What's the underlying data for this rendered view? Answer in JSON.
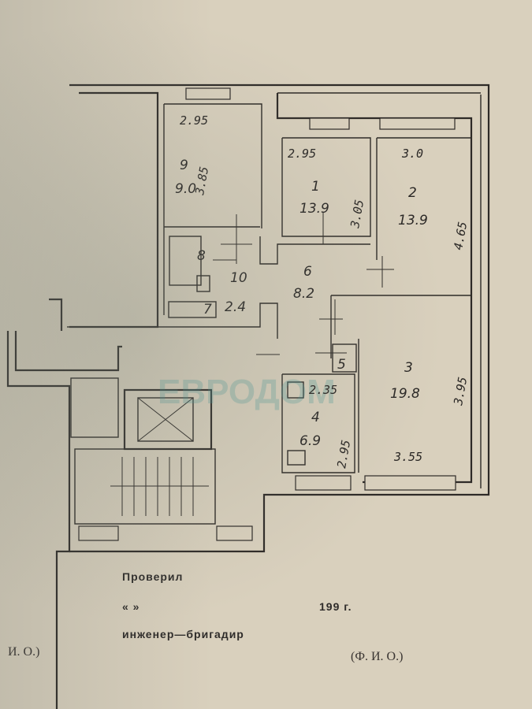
{
  "rooms": [
    {
      "number": "9",
      "area": "9.0"
    },
    {
      "number": "1",
      "area": "13.9"
    },
    {
      "number": "2",
      "area": "13.9"
    },
    {
      "number": "6",
      "area": "8.2"
    },
    {
      "number": "10",
      "area": "2.4"
    },
    {
      "number": "8",
      "area": ""
    },
    {
      "number": "7",
      "area": ""
    },
    {
      "number": "5",
      "area": ""
    },
    {
      "number": "3",
      "area": "19.8"
    },
    {
      "number": "4",
      "area": "6.9"
    }
  ],
  "dimensions": [
    "2.95",
    "3.85",
    "2.95",
    "3.05",
    "3.0",
    "4.65",
    "3.95",
    "3.55",
    "2.35",
    "2.95"
  ],
  "watermark": "ЕВРОДОМ",
  "stamp": {
    "checked": "Проверил",
    "quote_marks": "«   »",
    "year": "199   г.",
    "role": "инженер—бригадир",
    "initials_left": "И. О.)",
    "initials_right": "(Ф. И. О.)"
  },
  "colors": {
    "paper": "#d9d0bd",
    "ink": "#2e2a27",
    "watermark": "#46969a"
  }
}
